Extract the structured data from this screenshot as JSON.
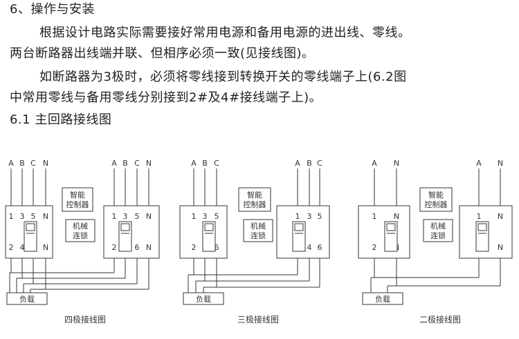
{
  "text": {
    "heading": "6、操作与安装",
    "para1_line1": "根据设计电路实际需要接好常用电源和备用电源的进出线、零线。",
    "para1_line2": "两台断路器出线端并联、但相序必须一致(见接线图)。",
    "para2_line1": "如断路器为3极时，必须将零线接到转换开关的零线端子上(6.2图",
    "para2_line2": "中常用零线与备用零线分别接到2#及4#接线端子上)。",
    "subheading": "6.1 主回路接线图"
  },
  "diagrams": [
    {
      "caption": "四极接线图",
      "left_phases": [
        "A",
        "B",
        "C",
        "N"
      ],
      "right_phases": [
        "A",
        "B",
        "C",
        "N"
      ],
      "top_terminals": [
        "1",
        "3",
        "5",
        "N"
      ],
      "bottom_terminals": [
        "2",
        "4",
        "6",
        "N"
      ],
      "controller": [
        "智能",
        "控制器"
      ],
      "interlock": [
        "机械",
        "连锁"
      ],
      "load": "负载"
    },
    {
      "caption": "三极接线图",
      "left_phases": [
        "A",
        "B",
        "C"
      ],
      "right_phases": [
        "A",
        "B",
        "C"
      ],
      "top_terminals": [
        "1",
        "3",
        "5"
      ],
      "bottom_terminals": [
        "2",
        "4",
        "6"
      ],
      "controller": [
        "智能",
        "控制器"
      ],
      "interlock": [
        "机械",
        "连锁"
      ],
      "load": "负载"
    },
    {
      "caption": "二极接线图",
      "left_phases": [
        "A",
        "N"
      ],
      "right_phases": [
        "A",
        "N"
      ],
      "top_terminals": [
        "1",
        "N"
      ],
      "bottom_terminals": [
        "2",
        "N"
      ],
      "controller": [
        "智能",
        "控制器"
      ],
      "interlock": [
        "机械",
        "连锁"
      ],
      "load": "负载"
    }
  ]
}
